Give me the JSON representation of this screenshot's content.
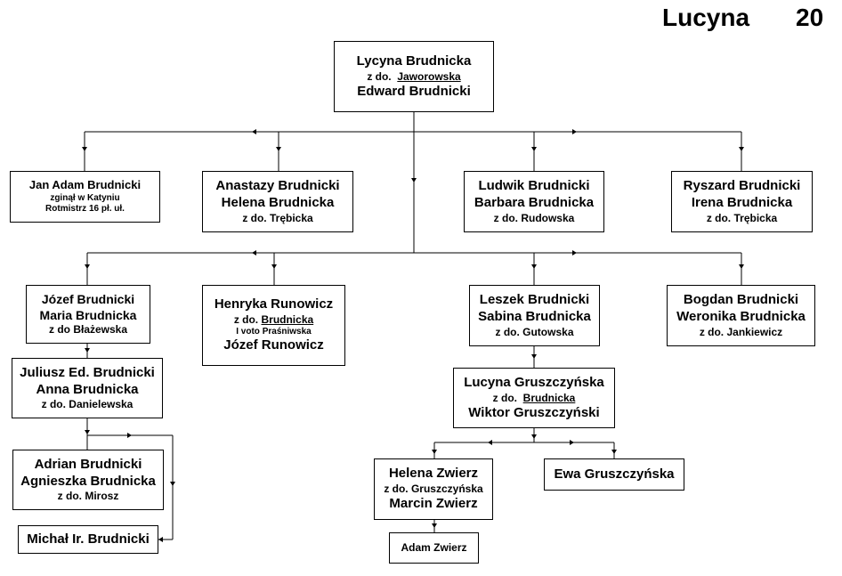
{
  "header": {
    "title": "Lucyna",
    "page_number": "20"
  },
  "colors": {
    "line": "#000000",
    "box_border": "#000000",
    "background": "#ffffff"
  },
  "root": {
    "l1": "Lycyna  Brudnicka",
    "l2_prefix": "z do.",
    "l2_name": "Jaworowska",
    "l3": "Edward  Brudnicki"
  },
  "gen1": [
    {
      "l1": "Jan Adam Brudnicki",
      "l2": "zginął w Katyniu",
      "l3": "Rotmistrz 16 pł. uł."
    },
    {
      "l1": "Anastazy  Brudnicki",
      "l2": "Helena  Brudnicka",
      "l3": "z do. Trębicka"
    },
    {
      "l1": "Ludwik  Brudnicki",
      "l2": "Barbara  Brudnicka",
      "l3": "z do. Rudowska"
    },
    {
      "l1": "Ryszard  Brudnicki",
      "l2": "Irena  Brudnicka",
      "l3": "z do. Trębicka"
    }
  ],
  "gen2": [
    {
      "l1": "Józef  Brudnicki",
      "l2": "Maria Brudnicka",
      "l3": "z do Błażewska"
    },
    {
      "l1": "Henryka  Runowicz",
      "l2_prefix": "z do.",
      "l2_name": "Brudnicka",
      "l3": "I voto Praśniwska",
      "l4": "Józef  Runowicz"
    },
    {
      "l1": "Leszek  Brudnicki",
      "l2": "Sabina  Brudnicka",
      "l3": "z do. Gutowska"
    },
    {
      "l1": "Bogdan  Brudnicki",
      "l2": "Weronika  Brudnicka",
      "l3": "z do. Jankiewicz"
    }
  ],
  "juliusz": {
    "l1": "Juliusz Ed. Brudnicki",
    "l2": "Anna  Brudnicka",
    "l3": "z do. Danielewska"
  },
  "adrian": {
    "l1": "Adrian  Brudnicki",
    "l2": "Agnieszka Brudnicka",
    "l3": "z do. Mirosz"
  },
  "michal": {
    "l1": "Michał Ir. Brudnicki"
  },
  "lucyna": {
    "l1": "Lucyna  Gruszczyńska",
    "l2_prefix": "z do.",
    "l2_name": "Brudnicka",
    "l3": "Wiktor Gruszczyński"
  },
  "helena": {
    "l1": "Helena  Zwierz",
    "l2": "z do. Gruszczyńska",
    "l3": "Marcin  Zwierz"
  },
  "ewa": {
    "l1": "Ewa  Gruszczyńska"
  },
  "adam": {
    "l1": "Adam  Zwierz"
  }
}
